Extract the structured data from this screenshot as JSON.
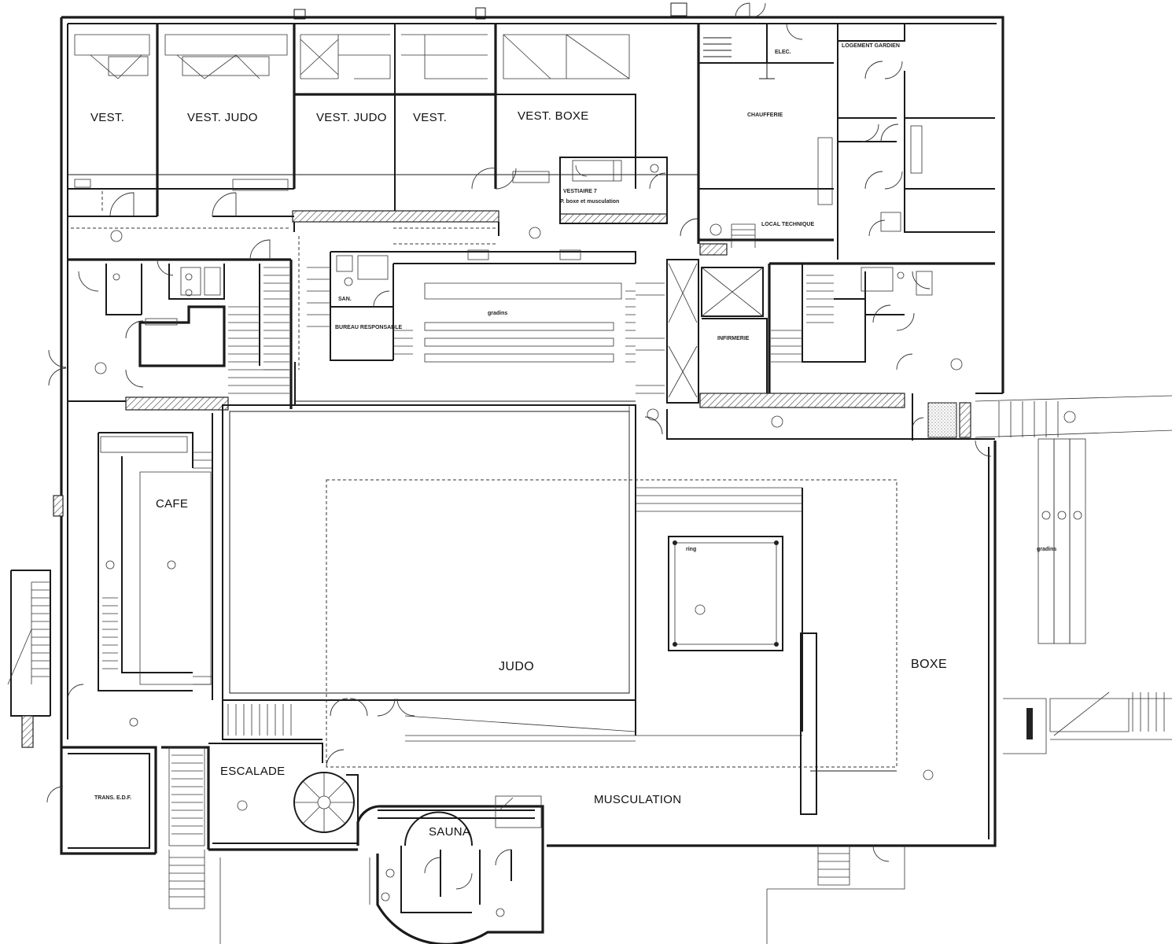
{
  "rooms": {
    "vest_1": "VEST.",
    "vest_judo_1": "VEST. JUDO",
    "vest_judo_2": "VEST. JUDO",
    "vest_2": "VEST.",
    "vest_boxe": "VEST. BOXE",
    "cafe": "CAFE",
    "judo": "JUDO",
    "boxe": "BOXE",
    "escalade": "ESCALADE",
    "musculation": "MUSCULATION",
    "sauna": "SAUNA",
    "ring": "ring",
    "chaufferie": "CHAUFFERIE",
    "local_technique": "LOCAL TECHNIQUE",
    "logement_gardien": "LOGEMENT GARDIEN",
    "vestiaire_7": "VESTIAIRE 7",
    "bureau_responsable": "BUREAU RESPONSABLE",
    "infirmerie": "INFIRMERIE",
    "trans_edf": "TRANS. E.D.F.",
    "gradins": "gradins"
  },
  "colors": {
    "ink": "#1a1a1a",
    "paper": "#ffffff"
  }
}
